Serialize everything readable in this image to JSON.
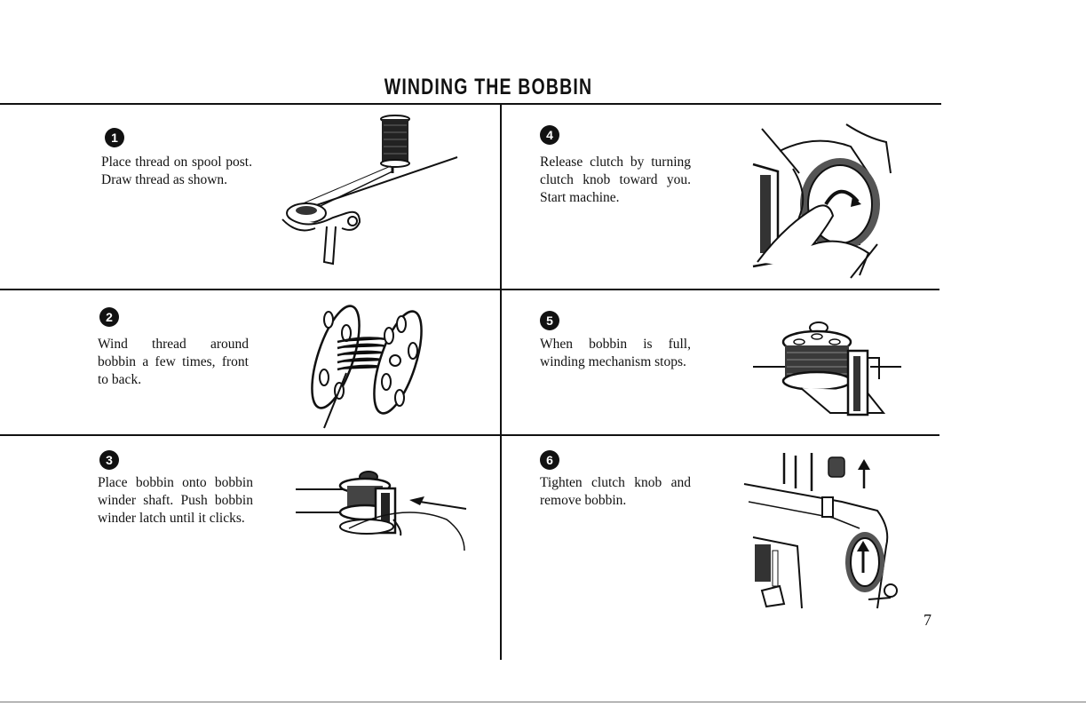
{
  "page": {
    "title": "WINDING THE BOBBIN",
    "page_number": "7"
  },
  "steps": [
    {
      "number": "1",
      "text": "Place thread on spool post. Draw thread as shown.",
      "illustration": "spool-and-thread-guide"
    },
    {
      "number": "2",
      "text": "Wind thread around bobbin a few times, front to back.",
      "illustration": "bobbin-with-thread"
    },
    {
      "number": "3",
      "text": "Place bobbin onto bobbin winder shaft. Push bobbin winder latch until it clicks.",
      "illustration": "bobbin-on-winder-shaft"
    },
    {
      "number": "4",
      "text": "Release clutch by turning clutch knob toward you. Start machine.",
      "illustration": "hands-turning-clutch-knob"
    },
    {
      "number": "5",
      "text": "When bobbin is full, winding mechanism stops.",
      "illustration": "full-bobbin-on-winder"
    },
    {
      "number": "6",
      "text": "Tighten clutch knob and remove bobbin.",
      "illustration": "machine-with-clutch-knob"
    }
  ]
}
